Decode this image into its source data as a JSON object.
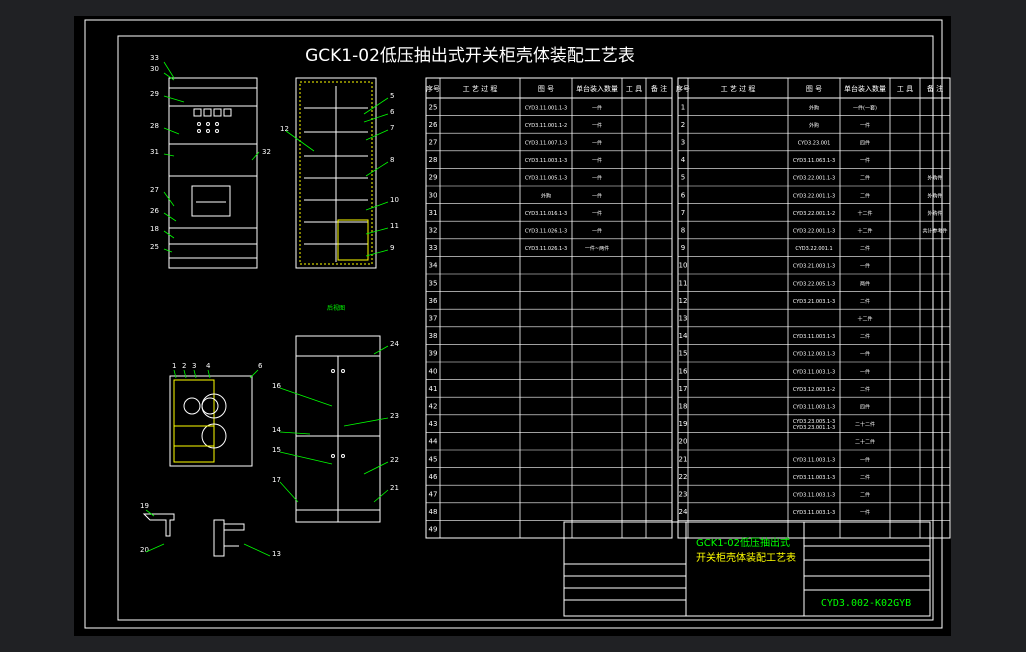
{
  "title": "GCK1-02低压抽出式开关柜壳体装配工艺表",
  "headers": {
    "seq": "序号",
    "process": "工 艺 过 程",
    "drawing": "图    号",
    "qty": "单台装入数量",
    "tool": "工 具",
    "remark": "备 注"
  },
  "left_rows": [
    {
      "no": "25",
      "drawing": "CYD3.11.001.1-3",
      "qty": "一件"
    },
    {
      "no": "26",
      "drawing": "CYD3.11.001.1-2",
      "qty": "一件"
    },
    {
      "no": "27",
      "drawing": "CYD3.11.007.1-3",
      "qty": "一件"
    },
    {
      "no": "28",
      "drawing": "CYD3.11.003.1-3",
      "qty": "一件"
    },
    {
      "no": "29",
      "drawing": "CYD3.11.005.1-3",
      "qty": "一件"
    },
    {
      "no": "30",
      "drawing": "外购",
      "qty": "一件"
    },
    {
      "no": "31",
      "drawing": "CYD3.11.016.1-3",
      "qty": "一件"
    },
    {
      "no": "32",
      "drawing": "CYD3.11.026.1-3",
      "qty": "一件"
    },
    {
      "no": "33",
      "drawing": "CYD3.11.026.1-3",
      "qty": "一件~两件"
    },
    {
      "no": "34",
      "drawing": "",
      "qty": ""
    },
    {
      "no": "35",
      "drawing": "",
      "qty": ""
    },
    {
      "no": "36",
      "drawing": "",
      "qty": ""
    },
    {
      "no": "37",
      "drawing": "",
      "qty": ""
    },
    {
      "no": "38",
      "drawing": "",
      "qty": ""
    },
    {
      "no": "39",
      "drawing": "",
      "qty": ""
    },
    {
      "no": "40",
      "drawing": "",
      "qty": ""
    },
    {
      "no": "41",
      "drawing": "",
      "qty": ""
    },
    {
      "no": "42",
      "drawing": "",
      "qty": ""
    },
    {
      "no": "43",
      "drawing": "",
      "qty": ""
    },
    {
      "no": "44",
      "drawing": "",
      "qty": ""
    },
    {
      "no": "45",
      "drawing": "",
      "qty": ""
    },
    {
      "no": "46",
      "drawing": "",
      "qty": ""
    },
    {
      "no": "47",
      "drawing": "",
      "qty": ""
    },
    {
      "no": "48",
      "drawing": "",
      "qty": ""
    },
    {
      "no": "49",
      "drawing": "",
      "qty": ""
    }
  ],
  "right_rows": [
    {
      "no": "1",
      "drawing": "外购",
      "qty": "一件(一套)",
      "remark": ""
    },
    {
      "no": "2",
      "drawing": "外购",
      "qty": "一件",
      "remark": ""
    },
    {
      "no": "3",
      "drawing": "CYD3.23.001",
      "qty": "四件",
      "remark": ""
    },
    {
      "no": "4",
      "drawing": "CYD3.11.063.1-3",
      "qty": "一件",
      "remark": ""
    },
    {
      "no": "5",
      "drawing": "CYD3.22.001.1-3",
      "qty": "二件",
      "remark": "外购件"
    },
    {
      "no": "6",
      "drawing": "CYD3.22.001.1-3",
      "qty": "二件",
      "remark": "外购件"
    },
    {
      "no": "7",
      "drawing": "CYD3.22.001.1-2",
      "qty": "十二件",
      "remark": "外购件"
    },
    {
      "no": "8",
      "drawing": "CYD3.22.001.1-3",
      "qty": "十二件",
      "remark": "共计参考件"
    },
    {
      "no": "9",
      "drawing": "CYD3.22.001.1",
      "qty": "二件",
      "remark": ""
    },
    {
      "no": "10",
      "drawing": "CYD3.21.003.1-3",
      "qty": "一件",
      "remark": ""
    },
    {
      "no": "11",
      "drawing": "CYD3.22.005.1-3",
      "qty": "两件",
      "remark": ""
    },
    {
      "no": "12",
      "drawing": "CYD3.21.003.1-3",
      "qty": "二件",
      "remark": ""
    },
    {
      "no": "13",
      "drawing": "",
      "qty": "十二件",
      "remark": ""
    },
    {
      "no": "14",
      "drawing": "CYD3.11.003.1-3",
      "qty": "二件",
      "remark": ""
    },
    {
      "no": "15",
      "drawing": "CYD3.12.003.1-3",
      "qty": "一件",
      "remark": ""
    },
    {
      "no": "16",
      "drawing": "CYD3.11.003.1-3",
      "qty": "一件",
      "remark": ""
    },
    {
      "no": "17",
      "drawing": "CYD3.12.003.1-2",
      "qty": "二件",
      "remark": ""
    },
    {
      "no": "18",
      "drawing": "CYD3.11.003.1-3",
      "qty": "四件",
      "remark": ""
    },
    {
      "no": "19",
      "drawing": "CYD3.23.005.1-3 CYD3.23.001.1-3",
      "qty": "二十二件",
      "remark": ""
    },
    {
      "no": "20",
      "drawing": "",
      "qty": "二十二件",
      "remark": ""
    },
    {
      "no": "21",
      "drawing": "CYD3.11.003.1-3",
      "qty": "一件",
      "remark": ""
    },
    {
      "no": "22",
      "drawing": "CYD3.11.003.1-3",
      "qty": "二件",
      "remark": ""
    },
    {
      "no": "23",
      "drawing": "CYD3.11.003.1-3",
      "qty": "二件",
      "remark": ""
    },
    {
      "no": "24",
      "drawing": "CYD3.11.003.1-3",
      "qty": "一件",
      "remark": ""
    }
  ],
  "title_block": {
    "name_line1": "GCK1-02低压抽出式",
    "name_line2": "开关柜壳体装配工艺表",
    "code": "CYD3.002-K02GYB"
  },
  "callouts": {
    "front": [
      "33",
      "30",
      "29",
      "28",
      "31",
      "32",
      "27",
      "26",
      "18",
      "25"
    ],
    "frame": [
      "12",
      "5",
      "6",
      "7",
      "8",
      "10",
      "11",
      "9"
    ],
    "side": [
      "1",
      "2",
      "3",
      "4",
      "6"
    ],
    "door": [
      "24",
      "16",
      "23",
      "14",
      "15",
      "22",
      "17",
      "21"
    ],
    "detail": [
      "19",
      "20",
      "13"
    ]
  },
  "colors": {
    "background": "#000000",
    "line": "#ffffff",
    "title": "#ffffff",
    "yellow": "#ffff00",
    "green": "#00ff00",
    "cyan": "#00ffff",
    "red": "#ff0000"
  }
}
